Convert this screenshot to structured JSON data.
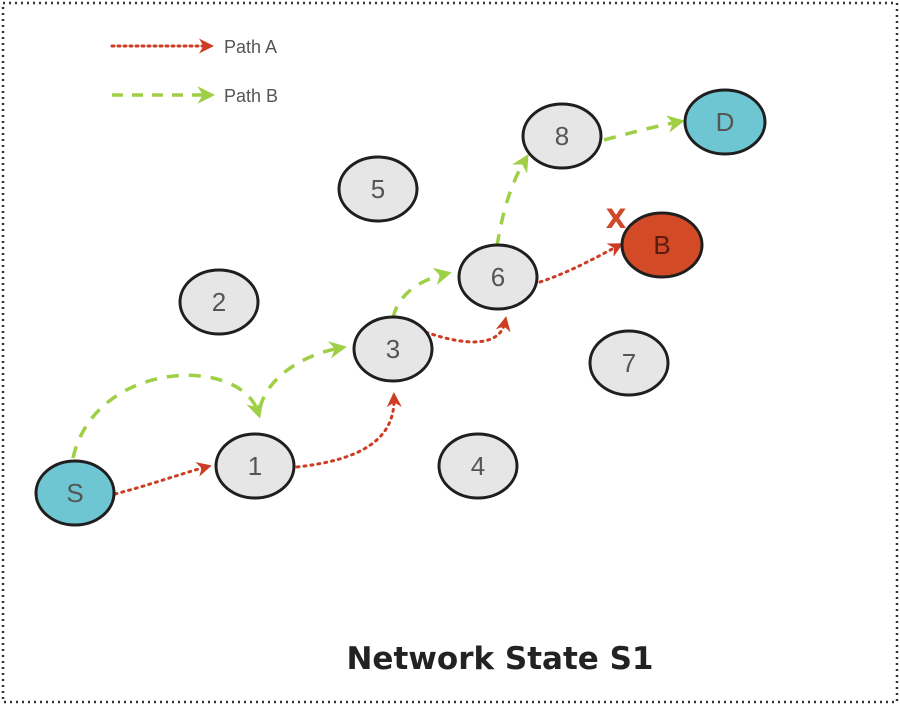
{
  "title": "Network State S1",
  "failure_mark": "X",
  "colors": {
    "path_a": "#cc3d24",
    "path_b": "#9ecf45",
    "node_default": "#e6e6e6",
    "node_endpoint": "#6ec6d2",
    "node_failed": "#d24a26",
    "node_stroke": "#1f1f1f"
  },
  "legend": [
    {
      "label": "Path A",
      "style": "dotted"
    },
    {
      "label": "Path B",
      "style": "dashed"
    }
  ],
  "nodes": [
    {
      "id": "S",
      "label": "S",
      "kind": "endpoint"
    },
    {
      "id": "1",
      "label": "1",
      "kind": "default"
    },
    {
      "id": "2",
      "label": "2",
      "kind": "default"
    },
    {
      "id": "3",
      "label": "3",
      "kind": "default"
    },
    {
      "id": "4",
      "label": "4",
      "kind": "default"
    },
    {
      "id": "5",
      "label": "5",
      "kind": "default"
    },
    {
      "id": "6",
      "label": "6",
      "kind": "default"
    },
    {
      "id": "7",
      "label": "7",
      "kind": "default"
    },
    {
      "id": "8",
      "label": "8",
      "kind": "default"
    },
    {
      "id": "D",
      "label": "D",
      "kind": "endpoint"
    },
    {
      "id": "B",
      "label": "B",
      "kind": "failed"
    }
  ],
  "paths": [
    {
      "name": "Path A",
      "style": "dotted",
      "route": [
        "S",
        "1",
        "3",
        "6",
        "B"
      ]
    },
    {
      "name": "Path B",
      "style": "dashed",
      "route": [
        "S",
        "1",
        "3",
        "6",
        "8",
        "D"
      ]
    }
  ]
}
